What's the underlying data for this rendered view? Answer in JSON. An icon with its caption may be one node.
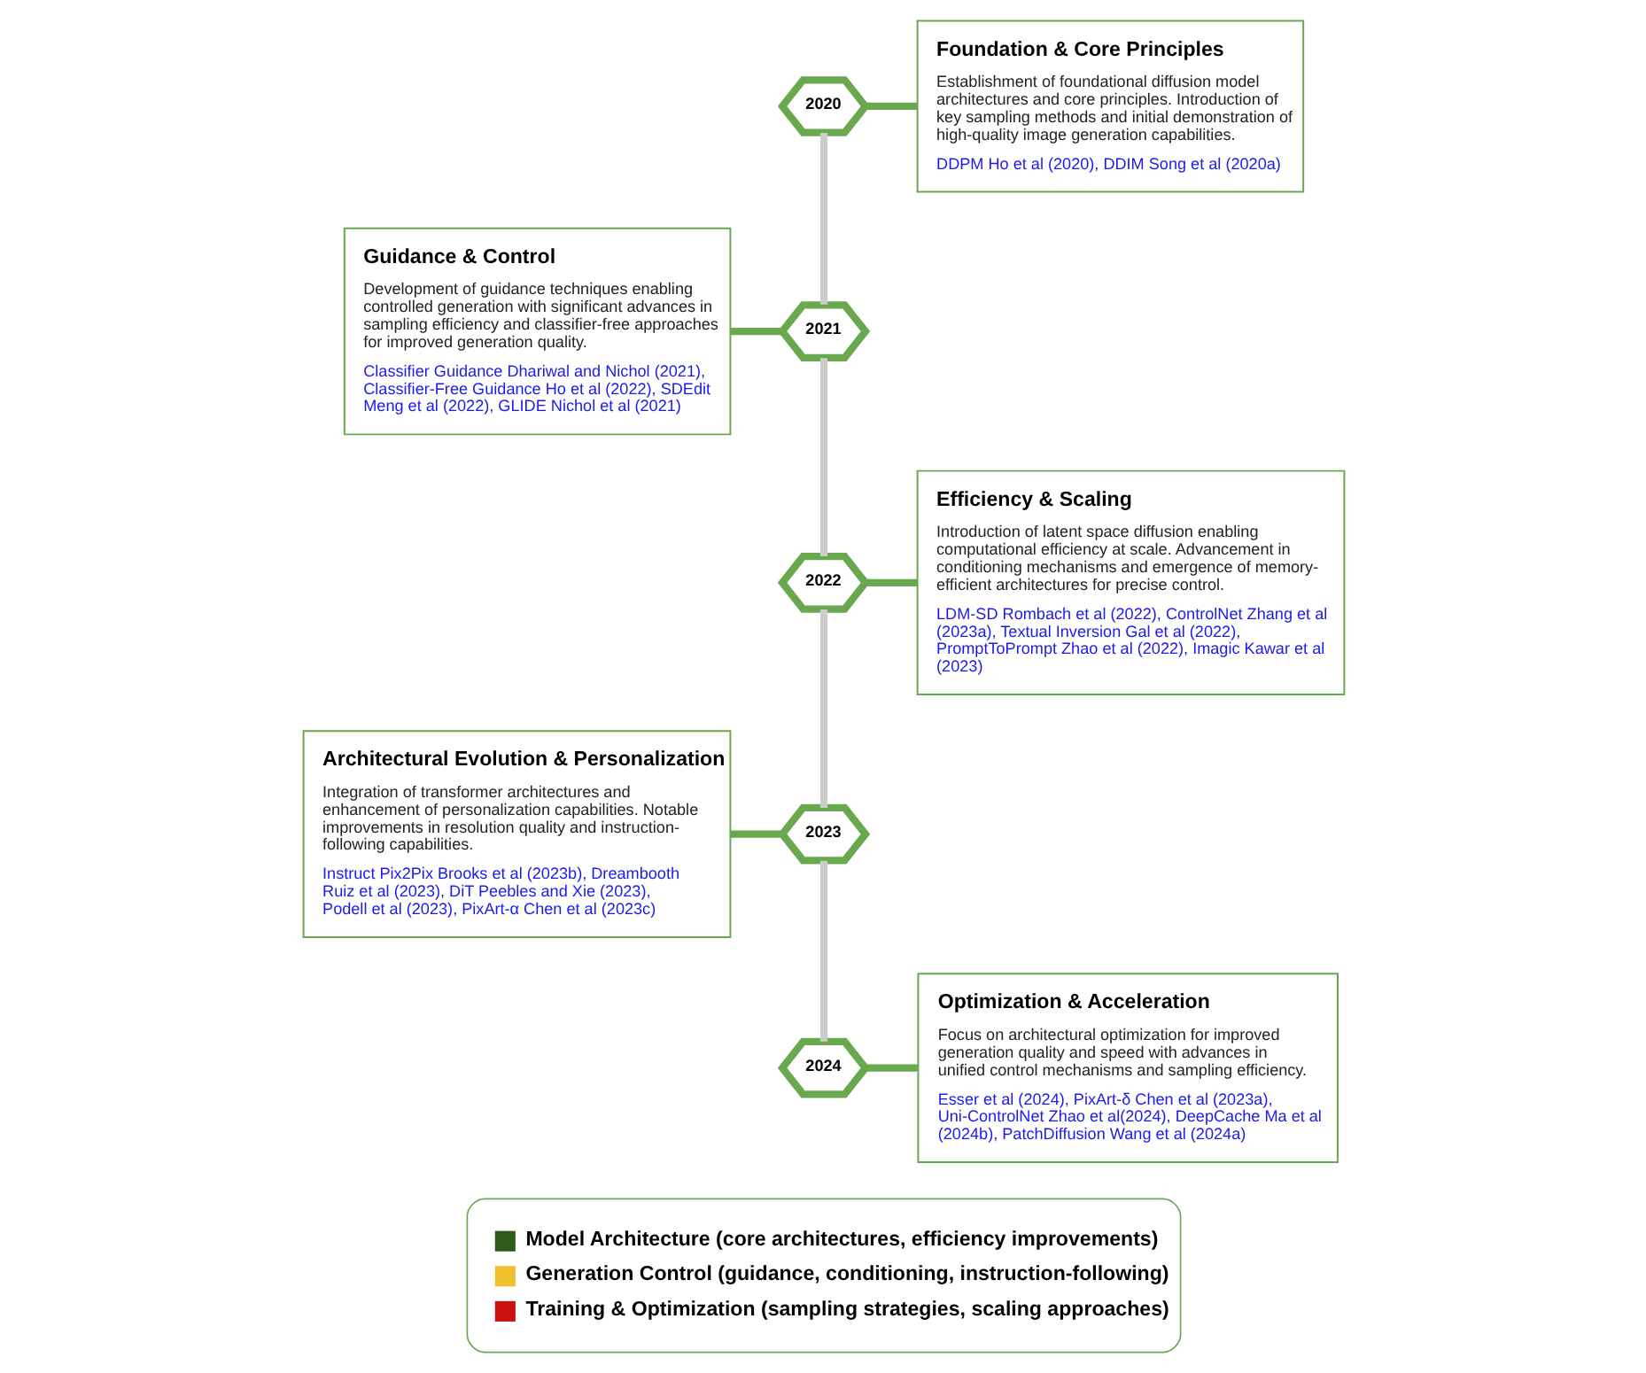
{
  "diagram": {
    "nodes": [
      {
        "text": [
          "2020"
        ]
      },
      {
        "text": [
          "Foundation & Core Principles",
          "Establishment of foundational diffusion model architectures and core principles. Introduction of key sampling methods and initial demonstration of high-quality image generation capabilities.",
          "DDPM Ho et al (2020), DDIM Song et al (2020a)"
        ]
      },
      {
        "text": [
          "Guidance & Control",
          "Development of guidance techniques enabling controlled generation with significant advances in sampling efficiency and classifier-free approaches for improved generation quality.",
          "Classifier Guidance Dhariwal and Nichol (2021), Classifier-Free Guidance Ho et al (2022), SDEdit Meng et al (2022), GLIDE Nichol et al (2021)"
        ]
      },
      {
        "text": [
          "2021"
        ]
      },
      {
        "text": [
          "Efficiency & Scaling",
          "Introduction of latent space diffusion enabling computational efficiency at scale. Advancement in conditioning mechanisms and emergence of memory-efficient architectures for precise control.",
          "LDM-SD Rombach et al (2022), ControlNet Zhang et al (2023a), Textual Inversion Gal et al (2022), PromptToPrompt Zhao et al (2022), Imagic Kawar et al (2023)"
        ]
      },
      {
        "text": [
          "2022"
        ]
      },
      {
        "text": [
          "Architectural Evolution & Personalization",
          "Integration of transformer architectures and enhancement of personalization capabilities. Notable improvements in resolution quality and instruction-following capabilities.",
          "Instruct Pix2Pix Brooks et al (2023b), Dreambooth Ruiz et al (2023), DiT Peebles and Xie (2023), Podell et al (2023), PixArt-α Chen et al (2023c)"
        ]
      },
      {
        "text": [
          "2023"
        ]
      },
      {
        "text": [
          "Optimization & Acceleration",
          "Focus on architectural optimization for improved generation quality and speed with advances in unified control mechanisms and sampling efficiency.",
          "Esser et al (2024), PixArt-δ Chen et al (2023a), Uni-ControlNet Zhao et al(2024), DeepCache Ma et al (2024b), PatchDiffusion Wang et al (2024a)"
        ]
      },
      {
        "text": [
          "2024"
        ]
      }
    ],
    "edges": [
      {
        "from": 0,
        "to": 1,
        "arrow": "none"
      },
      {
        "from": 2,
        "to": 3,
        "arrow": "none"
      },
      {
        "from": 5,
        "to": 4,
        "arrow": "none"
      },
      {
        "from": 6,
        "to": 7,
        "arrow": "none"
      },
      {
        "from": 9,
        "to": 8,
        "arrow": "none"
      },
      {
        "from": 0,
        "to": 3,
        "arrow": "none",
        "color": "#cccccc"
      },
      {
        "from": 3,
        "to": 5,
        "arrow": "none",
        "color": "#cccccc"
      },
      {
        "from": 5,
        "to": 7,
        "arrow": "none",
        "color": "#cccccc"
      },
      {
        "from": 7,
        "to": 9,
        "arrow": "none",
        "color": "#cccccc"
      }
    ],
    "legend": [
      {
        "text": "Model Architecture (core architectures, efficiency improvements)",
        "color": "#2e5a1c"
      },
      {
        "text": "Generation Control (guidance, conditioning, instruction-following)",
        "color": "#f0c030"
      },
      {
        "text": "Training & Optimization (sampling strategies, scaling approaches)",
        "color": "#cc1111"
      }
    ]
  }
}
